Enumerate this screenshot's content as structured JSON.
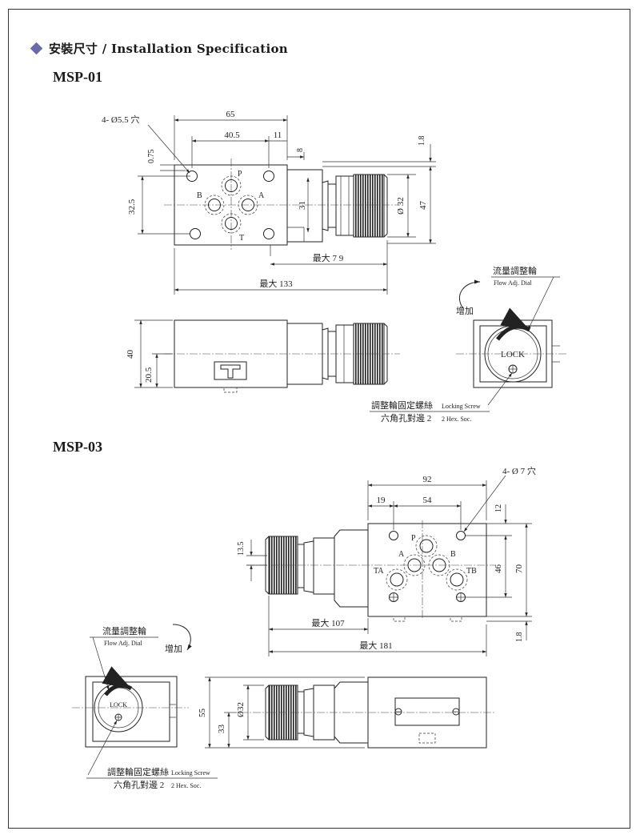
{
  "header": {
    "title": "安裝尺寸 / Installation Specification"
  },
  "models": [
    {
      "name": "MSP-01"
    },
    {
      "name": "MSP-03"
    }
  ],
  "msp01": {
    "hole_note": "4- Ø5.5 穴",
    "dims": {
      "d65": "65",
      "d40_5": "40.5",
      "d11": "11",
      "d8": "8",
      "d1_8": "1.8",
      "d0_75": "0.75",
      "d32_5": "32.5",
      "d31": "31",
      "dphi32": "Ø 32",
      "d47": "47",
      "max79": "最大 7 9",
      "max133": "最大 133",
      "d40": "40",
      "d20_5": "20.5"
    },
    "ports": {
      "p": "P",
      "a": "A",
      "b": "B",
      "t": "T"
    },
    "dial": {
      "cn": "流量調整輪",
      "en": "Flow Adj. Dial",
      "increase": "增加",
      "lock": "LOCK",
      "screw_cn": "調整輪固定螺絲",
      "screw_en": "Locking Screw",
      "hex_cn": "六角孔對邊 2",
      "hex_en": "2 Hex. Soc."
    }
  },
  "msp03": {
    "hole_note": "4- Ø 7 穴",
    "dims": {
      "d92": "92",
      "d19": "19",
      "d54": "54",
      "d12": "12",
      "d13_5": "13.5",
      "d46": "46",
      "d70": "70",
      "d1_8": "1.8",
      "max107": "最大 107",
      "max181": "最大 181",
      "d55": "55",
      "d33": "33",
      "dphi32": "Ø32"
    },
    "ports": {
      "p": "P",
      "a": "A",
      "b": "B",
      "ta": "TA",
      "tb": "TB"
    },
    "dial": {
      "cn": "流量調整輪",
      "en": "Flow Adj. Dial",
      "increase": "增加",
      "lock": "LOCK",
      "screw_cn": "調整輪固定螺絲",
      "screw_en": "Locking Screw",
      "hex_cn": "六角孔對邊 2",
      "hex_en": "2 Hex. Soc."
    }
  }
}
